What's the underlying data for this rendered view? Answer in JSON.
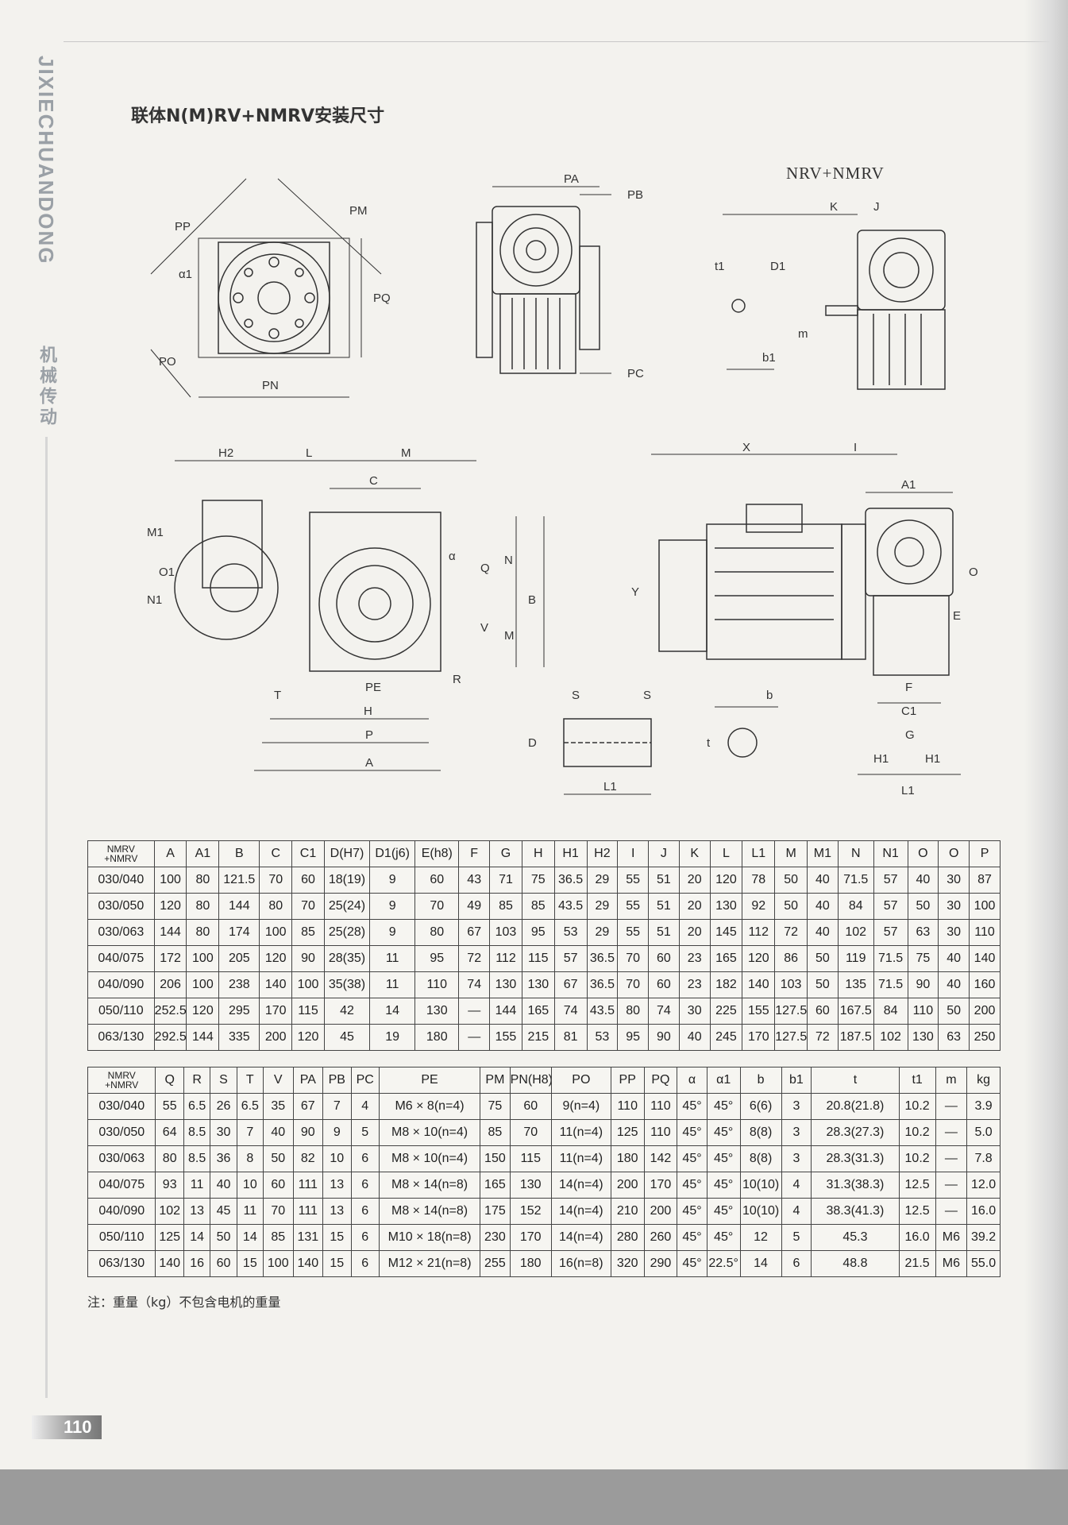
{
  "side": {
    "brand": "JIXIECHUANDONG",
    "category": "机械传动"
  },
  "title": "联体N(M)RV+NMRV安装尺寸",
  "nrv_label": "NRV+NMRV",
  "page_number": "110",
  "note": "注：重量（kg）不包含电机的重量",
  "table1": {
    "headers": [
      "NMRV\n+NMRV",
      "A",
      "A1",
      "B",
      "C",
      "C1",
      "D(H7)",
      "D1(j6)",
      "E(h8)",
      "F",
      "G",
      "H",
      "H1",
      "H2",
      "I",
      "J",
      "K",
      "L",
      "L1",
      "M",
      "M1",
      "N",
      "N1",
      "O",
      "O",
      "P"
    ],
    "rows": [
      [
        "030/040",
        "100",
        "80",
        "121.5",
        "70",
        "60",
        "18(19)",
        "9",
        "60",
        "43",
        "71",
        "75",
        "36.5",
        "29",
        "55",
        "51",
        "20",
        "120",
        "78",
        "50",
        "40",
        "71.5",
        "57",
        "40",
        "30",
        "87"
      ],
      [
        "030/050",
        "120",
        "80",
        "144",
        "80",
        "70",
        "25(24)",
        "9",
        "70",
        "49",
        "85",
        "85",
        "43.5",
        "29",
        "55",
        "51",
        "20",
        "130",
        "92",
        "50",
        "40",
        "84",
        "57",
        "50",
        "30",
        "100"
      ],
      [
        "030/063",
        "144",
        "80",
        "174",
        "100",
        "85",
        "25(28)",
        "9",
        "80",
        "67",
        "103",
        "95",
        "53",
        "29",
        "55",
        "51",
        "20",
        "145",
        "112",
        "72",
        "40",
        "102",
        "57",
        "63",
        "30",
        "110"
      ],
      [
        "040/075",
        "172",
        "100",
        "205",
        "120",
        "90",
        "28(35)",
        "11",
        "95",
        "72",
        "112",
        "115",
        "57",
        "36.5",
        "70",
        "60",
        "23",
        "165",
        "120",
        "86",
        "50",
        "119",
        "71.5",
        "75",
        "40",
        "140"
      ],
      [
        "040/090",
        "206",
        "100",
        "238",
        "140",
        "100",
        "35(38)",
        "11",
        "110",
        "74",
        "130",
        "130",
        "67",
        "36.5",
        "70",
        "60",
        "23",
        "182",
        "140",
        "103",
        "50",
        "135",
        "71.5",
        "90",
        "40",
        "160"
      ],
      [
        "050/110",
        "252.5",
        "120",
        "295",
        "170",
        "115",
        "42",
        "14",
        "130",
        "—",
        "144",
        "165",
        "74",
        "43.5",
        "80",
        "74",
        "30",
        "225",
        "155",
        "127.5",
        "60",
        "167.5",
        "84",
        "110",
        "50",
        "200"
      ],
      [
        "063/130",
        "292.5",
        "144",
        "335",
        "200",
        "120",
        "45",
        "19",
        "180",
        "—",
        "155",
        "215",
        "81",
        "53",
        "95",
        "90",
        "40",
        "245",
        "170",
        "127.5",
        "72",
        "187.5",
        "102",
        "130",
        "63",
        "250"
      ]
    ]
  },
  "table2": {
    "headers": [
      "NMRV\n+NMRV",
      "Q",
      "R",
      "S",
      "T",
      "V",
      "PA",
      "PB",
      "PC",
      "PE",
      "PM",
      "PN(H8)",
      "PO",
      "PP",
      "PQ",
      "α",
      "α1",
      "b",
      "b1",
      "t",
      "t1",
      "m",
      "kg"
    ],
    "rows": [
      [
        "030/040",
        "55",
        "6.5",
        "26",
        "6.5",
        "35",
        "67",
        "7",
        "4",
        "M6 × 8(n=4)",
        "75",
        "60",
        "9(n=4)",
        "110",
        "110",
        "45°",
        "45°",
        "6(6)",
        "3",
        "20.8(21.8)",
        "10.2",
        "—",
        "3.9"
      ],
      [
        "030/050",
        "64",
        "8.5",
        "30",
        "7",
        "40",
        "90",
        "9",
        "5",
        "M8 × 10(n=4)",
        "85",
        "70",
        "11(n=4)",
        "125",
        "110",
        "45°",
        "45°",
        "8(8)",
        "3",
        "28.3(27.3)",
        "10.2",
        "—",
        "5.0"
      ],
      [
        "030/063",
        "80",
        "8.5",
        "36",
        "8",
        "50",
        "82",
        "10",
        "6",
        "M8 × 10(n=4)",
        "150",
        "115",
        "11(n=4)",
        "180",
        "142",
        "45°",
        "45°",
        "8(8)",
        "3",
        "28.3(31.3)",
        "10.2",
        "—",
        "7.8"
      ],
      [
        "040/075",
        "93",
        "11",
        "40",
        "10",
        "60",
        "111",
        "13",
        "6",
        "M8 × 14(n=8)",
        "165",
        "130",
        "14(n=4)",
        "200",
        "170",
        "45°",
        "45°",
        "10(10)",
        "4",
        "31.3(38.3)",
        "12.5",
        "—",
        "12.0"
      ],
      [
        "040/090",
        "102",
        "13",
        "45",
        "11",
        "70",
        "111",
        "13",
        "6",
        "M8 × 14(n=8)",
        "175",
        "152",
        "14(n=4)",
        "210",
        "200",
        "45°",
        "45°",
        "10(10)",
        "4",
        "38.3(41.3)",
        "12.5",
        "—",
        "16.0"
      ],
      [
        "050/110",
        "125",
        "14",
        "50",
        "14",
        "85",
        "131",
        "15",
        "6",
        "M10 × 18(n=8)",
        "230",
        "170",
        "14(n=4)",
        "280",
        "260",
        "45°",
        "45°",
        "12",
        "5",
        "45.3",
        "16.0",
        "M6",
        "39.2"
      ],
      [
        "063/130",
        "140",
        "16",
        "60",
        "15",
        "100",
        "140",
        "15",
        "6",
        "M12 × 21(n=8)",
        "255",
        "180",
        "16(n=8)",
        "320",
        "290",
        "45°",
        "22.5°",
        "14",
        "6",
        "48.8",
        "21.5",
        "M6",
        "55.0"
      ]
    ]
  },
  "drawing_labels": {
    "flange": [
      "PP",
      "PM",
      "α1",
      "PQ",
      "PO",
      "PN"
    ],
    "top_side": [
      "PA",
      "PB",
      "PC"
    ],
    "nrv_side": [
      "K",
      "J",
      "t1",
      "D1",
      "m",
      "b1"
    ],
    "front": [
      "H2",
      "L",
      "M",
      "C",
      "M1",
      "O1",
      "N1",
      "Q",
      "N",
      "B",
      "α",
      "V",
      "M",
      "T",
      "PE",
      "H",
      "R",
      "P",
      "A"
    ],
    "motor": [
      "X",
      "I",
      "A1",
      "Y",
      "O",
      "E",
      "F",
      "C1",
      "G",
      "H1",
      "H1",
      "L1"
    ],
    "shaft": [
      "S",
      "S",
      "D",
      "L1"
    ],
    "key": [
      "b",
      "t"
    ]
  }
}
